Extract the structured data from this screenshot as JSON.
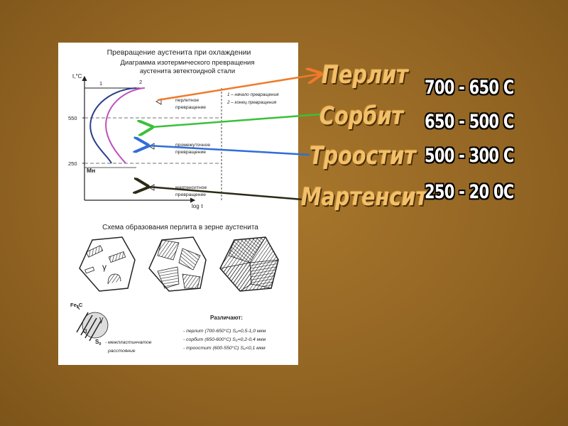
{
  "figure": {
    "title": "Превращение аустенита при охлаждении",
    "diagram_title_line1": "Диаграмма изотермического превращения",
    "diagram_title_line2": "аустенита эвтектоидной стали",
    "y_axis_label": "t,°C",
    "x_axis_label": "log τ",
    "tick_550": "550",
    "tick_250": "250",
    "mn_label": "Mн",
    "curve_1_label": "1",
    "curve_2_label": "2",
    "legend_1": "1 – начало превращения",
    "legend_2": "2 – конец превращения",
    "zone_pearlite_line1": "перлитное",
    "zone_pearlite_line2": "превращение",
    "zone_intermediate_line1": "промежуточное",
    "zone_intermediate_line2": "превращение",
    "zone_martensite_line1": "мартенситное",
    "zone_martensite_line2": "превращение",
    "scheme_title": "Схема образования перлита в зерне аустенита",
    "gamma": "γ",
    "fe3c": "Fe",
    "fe3c_sub": "3",
    "fe3c_c": "C",
    "alpha": "α",
    "s0": "S",
    "s0_sub": "0",
    "s0_caption_line1": "- межпластинчатое",
    "s0_caption_line2": "расстояние",
    "distinguish_title": "Различают:",
    "dist_1": "- перлит (700-650°C) S₀=0,5-1,0 мкм",
    "dist_2": "- сорбит (650-600°C) S₀=0,2-0,4 мкм",
    "dist_3": "- троостит (600-550°C) S₀<0,1 мкм"
  },
  "phases": [
    {
      "name": "Перлит",
      "temp": "700 - 650 С",
      "arrow_color": "#f07a2a"
    },
    {
      "name": "Сорбит",
      "temp": "650 - 500 С",
      "arrow_color": "#39c13a"
    },
    {
      "name": "Троостит",
      "temp": "500 - 300 С",
      "arrow_color": "#2f6ed8"
    },
    {
      "name": "Мартенсит",
      "temp": "250 - 20 0С",
      "arrow_color": "#2c2a16"
    }
  ],
  "colors": {
    "background": "#946624",
    "phase_name": "#f3c06a",
    "curve_1": "#2b3f8a",
    "curve_2": "#c04fc0"
  }
}
